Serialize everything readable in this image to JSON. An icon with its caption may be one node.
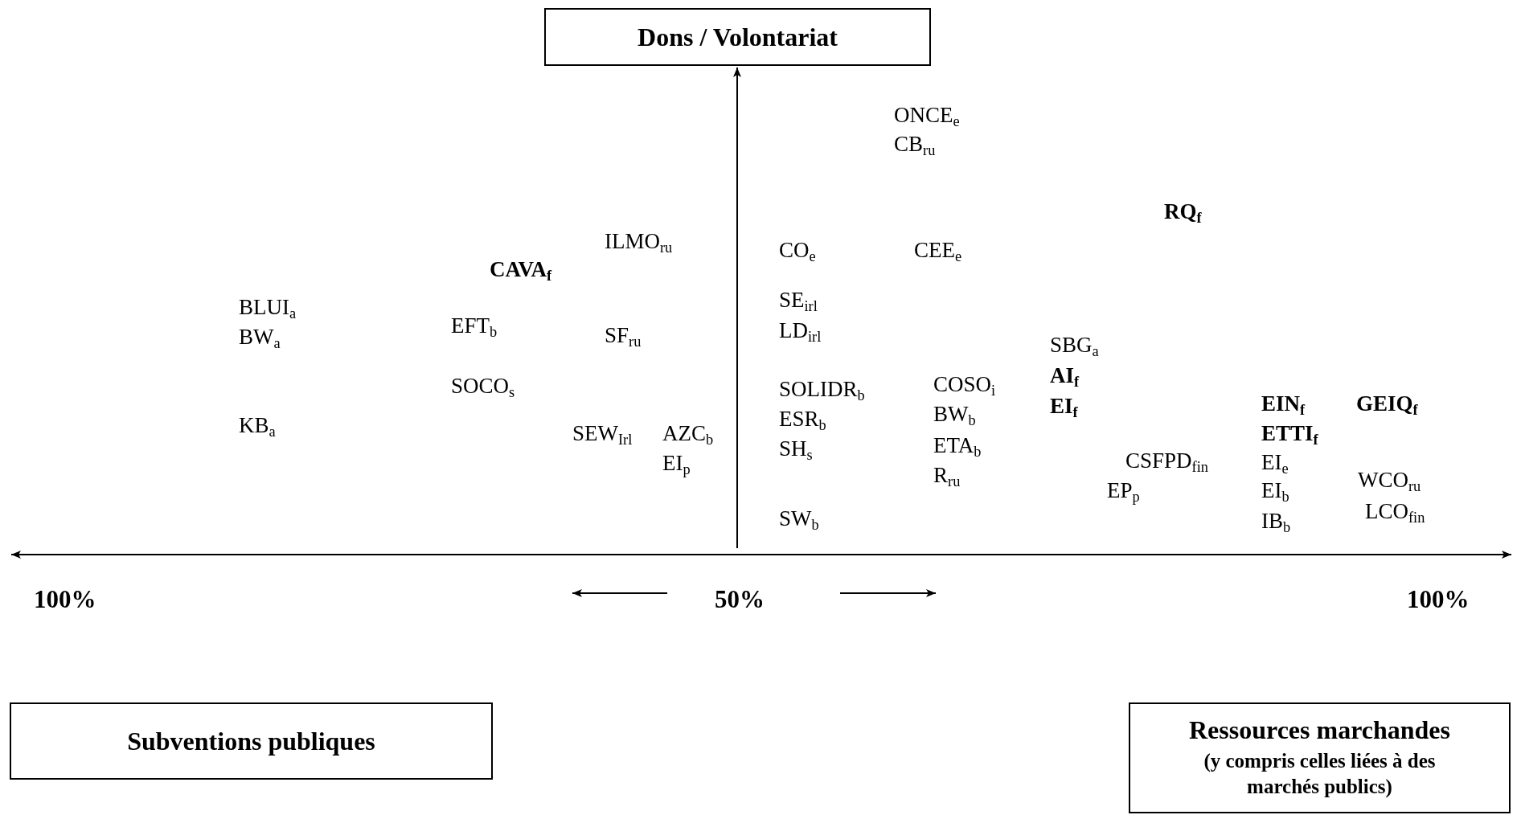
{
  "diagram": {
    "nodes": [
      {
        "text": [
          "Dons / Volontariat"
        ]
      },
      {
        "text": [
          "Subventions publiques"
        ]
      },
      {
        "text": [
          "Ressources marchandes",
          "(y compris celles liées à des marchés publics)"
        ]
      }
    ],
    "labels": [
      "ONCE$_{e}$",
      "CB$_{ru}$",
      "RQ$_{f}$",
      "ILMO$_{ru}$",
      "CO$_{e}$",
      "CEE$_{e}$",
      "CAVA$_{f}$",
      "BLUI$_{a}$",
      "SE$_{irl}$",
      "EFT$_{b}$",
      "BW$_{a}$",
      "SF$_{ru}$",
      "LD$_{irl}$",
      "SBG$_{a}$",
      "SOCO$_{s}$",
      "SOLIDR$_{b}$",
      "COSO$_{i}$",
      "AI$_{f}$",
      "EI$_{f}$",
      "EIN$_{f}$",
      "GEIQ$_{f}$",
      "KB$_{a}$",
      "SEW$_{Irl}$",
      "AZC$_{b}$",
      "ESR$_{b}$",
      "BW$_{b}$",
      "ETTI$_{f}$",
      "SH$_{s}$",
      "ETA$_{b}$",
      "EI$_{p}$",
      "CSFPD$_{fin}$",
      "EI$_{e}$",
      "R$_{ru}$",
      "WCO$_{ru}$",
      "EP$_{p}$",
      "EI$_{b}$",
      "SW$_{b}$",
      "IB$_{b}$",
      "LCO$_{fin}$",
      "100%",
      "50%",
      "100%"
    ]
  }
}
